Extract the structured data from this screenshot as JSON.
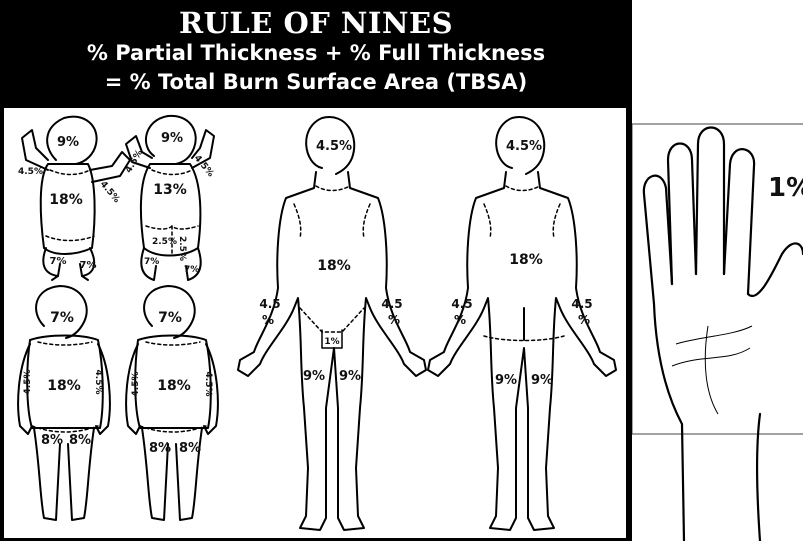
{
  "header": {
    "title": "RULE OF NINES",
    "line1": "% Partial Thickness + % Full Thickness",
    "line2": "= % Total Burn Surface Area (TBSA)"
  },
  "infant_front": {
    "head": "9%",
    "arm_left": "4.5%",
    "arm_right": "4.5%",
    "trunk": "18%",
    "leg_left": "7%",
    "leg_right": "7%"
  },
  "infant_back": {
    "head": "9%",
    "arm_left": "4.5%",
    "arm_right": "4.5%",
    "trunk": "13%",
    "buttock_left": "2.5%",
    "buttock_right": "2.5%",
    "leg_left": "7%",
    "leg_right": "7%"
  },
  "child_front": {
    "head": "7%",
    "arm_left": "4.5%",
    "arm_right": "4.5%",
    "trunk": "18%",
    "leg_left": "8%",
    "leg_right": "8%"
  },
  "child_back": {
    "head": "7%",
    "arm_left": "4.5%",
    "arm_right": "4.5%",
    "trunk": "18%",
    "leg_left": "8%",
    "leg_right": "8%"
  },
  "adult_front": {
    "head": "4.5%",
    "trunk": "18%",
    "arm_left_a": "4.5",
    "arm_left_b": "%",
    "arm_right_a": "4.5",
    "arm_right_b": "%",
    "genital": "1%",
    "leg_left": "9%",
    "leg_right": "9%"
  },
  "adult_back": {
    "head": "4.5%",
    "trunk": "18%",
    "arm_left_a": "4.5",
    "arm_left_b": "%",
    "arm_right_a": "4.5",
    "arm_right_b": "%",
    "leg_left": "9%",
    "leg_right": "9%"
  },
  "hand": {
    "label": "1%"
  }
}
